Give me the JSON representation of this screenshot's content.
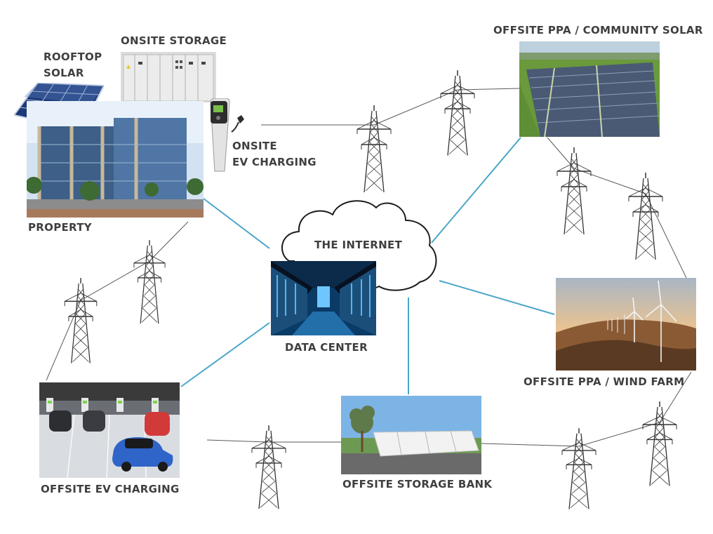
{
  "labels": {
    "rooftop_solar_line1": "ROOFTOP",
    "rooftop_solar_line2": "SOLAR",
    "onsite_storage": "ONSITE STORAGE",
    "onsite_ev_line1": "ONSITE",
    "onsite_ev_line2": "EV CHARGING",
    "property": "PROPERTY",
    "internet": "THE INTERNET",
    "data_center": "DATA CENTER",
    "community_solar": "OFFSITE PPA /  COMMUNITY SOLAR",
    "wind_farm": "OFFSITE PPA / WIND FARM",
    "storage_bank": "OFFSITE STORAGE BANK",
    "offsite_ev": "OFFSITE EV CHARGING"
  },
  "colors": {
    "internet_link": "#4aa6c8",
    "power_line": "#5a5a5a",
    "cloud_stroke": "#1a1a1a",
    "label_text": "#3f3f3f"
  },
  "icons": {
    "tower": "transmission-tower-icon",
    "cloud": "cloud-icon"
  }
}
